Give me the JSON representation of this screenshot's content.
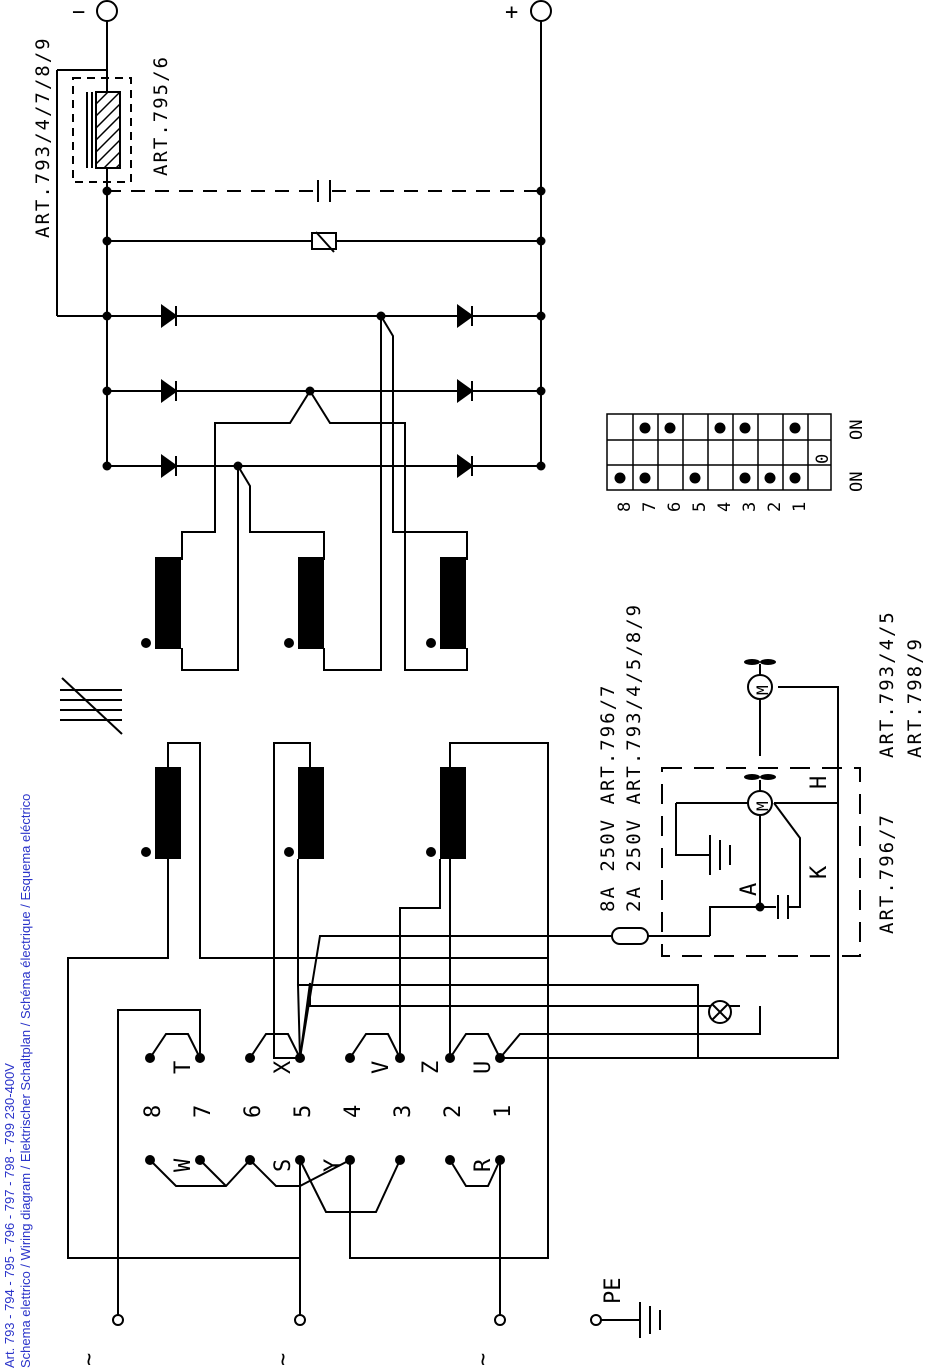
{
  "header": {
    "models": "Art. 793 - 794 - 795 - 796 - 797 - 798 - 799    230-400V",
    "title": "Schema elettrico / Wiring diagram / Elektrischer Schaltplan / Schéma électrique / Esquema eléctrico"
  },
  "dc_output": {
    "negative": "−",
    "positive": "+"
  },
  "labels": {
    "art_793_4_7_8_9": "ART.793/4/7/8/9",
    "art_795_6": "ART.795/6",
    "fuse_8a": "8A  250V  ART.796/7",
    "fuse_2a": "2A  250V  ART.793/4/5/8/9",
    "art_796_7": "ART.796/7",
    "art_793_4_5": "ART.793/4/5",
    "art_798_9": "ART.798/9",
    "motor": "M",
    "letter_a": "A",
    "letter_k": "K",
    "letter_h": "H",
    "protective_earth": "PE",
    "ac_symbol": "~"
  },
  "terminal_board": {
    "top_letters": [
      "T",
      "X",
      "V",
      "Z",
      "U"
    ],
    "numbers": [
      "8",
      "7",
      "6",
      "5",
      "4",
      "3",
      "2",
      "1"
    ],
    "bottom_letters": [
      "W",
      "S",
      "Y",
      "R"
    ]
  },
  "selector_switch": {
    "numbers": [
      "8",
      "7",
      "6",
      "5",
      "4",
      "3",
      "2",
      "1"
    ],
    "zero": "0",
    "on_left": "ON",
    "on_right": "ON",
    "col0_dots": [
      true,
      true,
      false,
      true,
      false,
      true,
      true,
      true
    ],
    "col1_dots": [
      false,
      false,
      false,
      false,
      false,
      false,
      false,
      false
    ],
    "col2_dots": [
      false,
      true,
      true,
      false,
      true,
      true,
      false,
      true
    ]
  }
}
